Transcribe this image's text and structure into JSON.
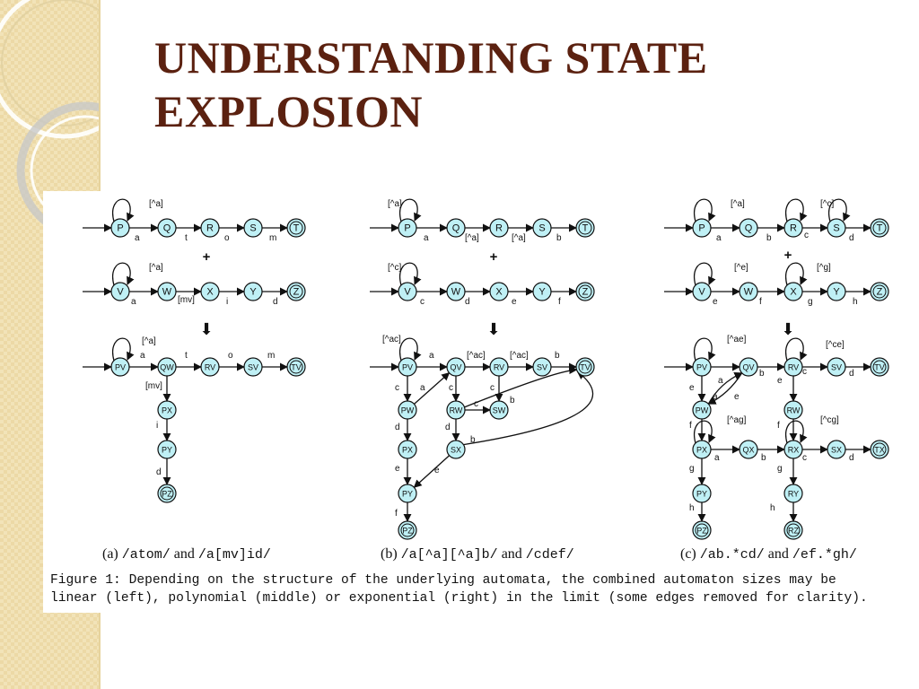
{
  "slide": {
    "title_line1": "UNDERSTANDING STATE",
    "title_line2": "EXPLOSION"
  },
  "colors": {
    "title": "#5b2110",
    "sidebar": "#f2e3b8",
    "node_fill": "#bff0f5"
  },
  "figure": {
    "panels": [
      {
        "letter": "(a)",
        "re1": "/atom/",
        "joiner": "and",
        "re2": "/a[mv]id/"
      },
      {
        "letter": "(b)",
        "re1": "/a[^a][^a]b/",
        "joiner": "and",
        "re2": "/cdef/"
      },
      {
        "letter": "(c)",
        "re1": "/ab.*cd/",
        "joiner": "and",
        "re2": "/ef.*gh/"
      }
    ],
    "caption_line1": "Figure 1: Depending on the structure of the underlying automata, the combined automaton sizes may be",
    "caption_line2": "linear (left), polynomial (middle) or exponential (right) in the limit (some edges removed for clarity)."
  },
  "diagram": {
    "panel_a": {
      "nodes": [
        {
          "id": "P",
          "final": false
        },
        {
          "id": "Q",
          "final": false
        },
        {
          "id": "R",
          "final": false
        },
        {
          "id": "S",
          "final": false
        },
        {
          "id": "T",
          "final": true
        },
        {
          "id": "V",
          "final": false
        },
        {
          "id": "W",
          "final": false
        },
        {
          "id": "X",
          "final": false
        },
        {
          "id": "Y",
          "final": false
        },
        {
          "id": "Z",
          "final": true
        },
        {
          "id": "PV",
          "final": false
        },
        {
          "id": "QW",
          "final": false
        },
        {
          "id": "RV",
          "final": false
        },
        {
          "id": "SV",
          "final": false
        },
        {
          "id": "TV",
          "final": true
        },
        {
          "id": "PX",
          "final": false
        },
        {
          "id": "PY",
          "final": false
        },
        {
          "id": "PZ",
          "final": true
        }
      ],
      "edge_labels": [
        "[^a]",
        "a",
        "t",
        "o",
        "m",
        "[^a]",
        "a",
        "[mv]",
        "i",
        "d",
        "[^a]",
        "a",
        "t",
        "o",
        "m",
        "[mv]",
        "i",
        "d"
      ],
      "operator_plus": "+",
      "operator_arrow": "⬇"
    },
    "panel_b": {
      "nodes": [
        {
          "id": "P",
          "final": false
        },
        {
          "id": "Q",
          "final": false
        },
        {
          "id": "R",
          "final": false
        },
        {
          "id": "S",
          "final": false
        },
        {
          "id": "T",
          "final": true
        },
        {
          "id": "V",
          "final": false
        },
        {
          "id": "W",
          "final": false
        },
        {
          "id": "X",
          "final": false
        },
        {
          "id": "Y",
          "final": false
        },
        {
          "id": "Z",
          "final": true
        },
        {
          "id": "PV",
          "final": false
        },
        {
          "id": "QV",
          "final": false
        },
        {
          "id": "RV",
          "final": false
        },
        {
          "id": "SV",
          "final": false
        },
        {
          "id": "TV",
          "final": true
        },
        {
          "id": "PW",
          "final": false
        },
        {
          "id": "RW",
          "final": false
        },
        {
          "id": "SW",
          "final": false
        },
        {
          "id": "PX",
          "final": false
        },
        {
          "id": "SX",
          "final": false
        },
        {
          "id": "PY",
          "final": false
        },
        {
          "id": "PZ",
          "final": true
        }
      ],
      "edge_labels": [
        "[^a]",
        "a",
        "[^a]",
        "[^a]",
        "b",
        "[^c]",
        "c",
        "d",
        "e",
        "f",
        "[^ac]",
        "a",
        "[^ac]",
        "[^ac]",
        "b",
        "c",
        "a",
        "c",
        "c",
        "c",
        "b",
        "d",
        "d",
        "b",
        "e",
        "e",
        "f"
      ],
      "operator_plus": "+",
      "operator_arrow": "⬇"
    },
    "panel_c": {
      "nodes": [
        {
          "id": "P",
          "final": false
        },
        {
          "id": "Q",
          "final": false
        },
        {
          "id": "R",
          "final": false
        },
        {
          "id": "S",
          "final": false
        },
        {
          "id": "T",
          "final": true
        },
        {
          "id": "V",
          "final": false
        },
        {
          "id": "W",
          "final": false
        },
        {
          "id": "X",
          "final": false
        },
        {
          "id": "Y",
          "final": false
        },
        {
          "id": "Z",
          "final": true
        },
        {
          "id": "PV",
          "final": false
        },
        {
          "id": "QV",
          "final": false
        },
        {
          "id": "RV",
          "final": false
        },
        {
          "id": "SV",
          "final": false
        },
        {
          "id": "TV",
          "final": true
        },
        {
          "id": "PW",
          "final": false
        },
        {
          "id": "RW",
          "final": false
        },
        {
          "id": "PX",
          "final": false
        },
        {
          "id": "QX",
          "final": false
        },
        {
          "id": "RX",
          "final": false
        },
        {
          "id": "SX",
          "final": false
        },
        {
          "id": "TX",
          "final": true
        },
        {
          "id": "PY",
          "final": false
        },
        {
          "id": "RY",
          "final": false
        },
        {
          "id": "PZ",
          "final": true
        },
        {
          "id": "RZ",
          "final": true
        }
      ],
      "edge_labels": [
        "[^a]",
        "a",
        "b",
        "[^c]",
        "c",
        "d",
        "[^e]",
        "e",
        "f",
        "[^g]",
        "g",
        "h",
        "[^ae]",
        "a",
        "b",
        "[^ce]",
        "c",
        "d",
        "e",
        "a",
        "e",
        "e",
        "f",
        "f",
        "[^ag]",
        "a",
        "b",
        "[^cg]",
        "c",
        "d",
        "g",
        "g",
        "h",
        "h"
      ],
      "operator_plus": "+",
      "operator_arrow": "⬇"
    }
  }
}
